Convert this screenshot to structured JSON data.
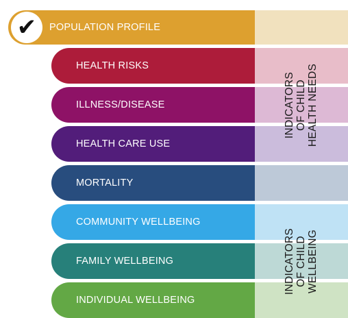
{
  "population_profile": {
    "label": "POPULATION PROFILE",
    "icon": "checkmark-icon",
    "check_glyph": "✔",
    "color": "#DDA02F",
    "tint": "#F1E1BE"
  },
  "rows": [
    {
      "label": "HEALTH RISKS",
      "color": "#AD1C3A",
      "tint": "#E8BDC9"
    },
    {
      "label": "ILLNESS/DISEASE",
      "color": "#8E1266",
      "tint": "#DDB9D5"
    },
    {
      "label": "HEALTH CARE USE",
      "color": "#521D7A",
      "tint": "#CBBCDC"
    },
    {
      "label": "MORTALITY",
      "color": "#284D7E",
      "tint": "#BDC9D8"
    },
    {
      "label": "COMMUNITY WELLBEING",
      "color": "#35A8E6",
      "tint": "#BFE2F5"
    },
    {
      "label": "FAMILY WELLBEING",
      "color": "#27807A",
      "tint": "#BDD9D6"
    },
    {
      "label": "INDIVIDUAL WELLBEING",
      "color": "#63A845",
      "tint": "#CFE3C4"
    }
  ],
  "groups": [
    {
      "label": "INDICATORS\nOF CHILD\nHEALTH NEEDS",
      "rows": [
        "HEALTH RISKS",
        "ILLNESS/DISEASE",
        "HEALTH CARE USE"
      ]
    },
    {
      "label": "INDICATORS\nOF CHILD\nWELLBEING",
      "rows": [
        "COMMUNITY WELLBEING",
        "FAMILY WELLBEING",
        "INDIVIDUAL WELLBEING"
      ]
    }
  ]
}
